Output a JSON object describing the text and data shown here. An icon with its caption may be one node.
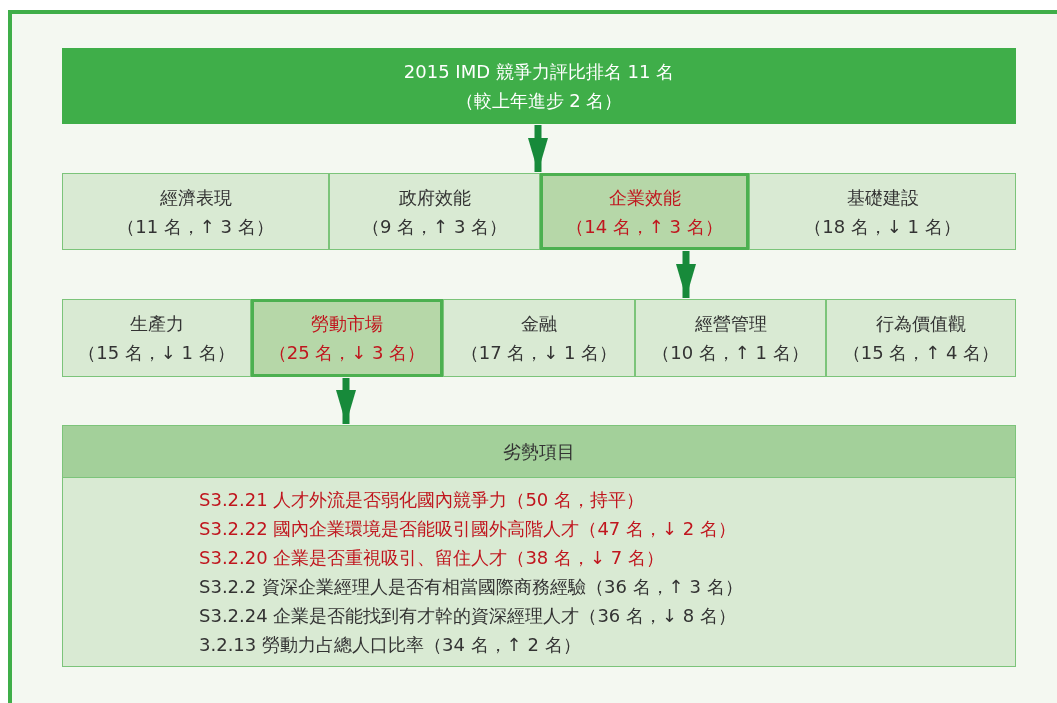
{
  "diagram": {
    "nodes": [
      {
        "text": [
          "2015 IMD 競爭力評比排名 11 名",
          "（較上年進步 2 名）"
        ]
      },
      {
        "text": [
          "經濟表現",
          "（11 名，↑ 3 名）"
        ]
      },
      {
        "text": [
          "政府效能",
          "（9 名，↑ 3 名）"
        ]
      },
      {
        "text": [
          "企業效能",
          "（14 名，↑ 3 名）"
        ]
      },
      {
        "text": [
          "基礎建設",
          "（18 名，↓ 1 名）"
        ]
      },
      {
        "text": [
          "生產力",
          "（15 名，↓ 1 名）"
        ]
      },
      {
        "text": [
          "勞動市場",
          "（25 名，↓ 3 名）"
        ]
      },
      {
        "text": [
          "金融",
          "（17 名，↓ 1 名）"
        ]
      },
      {
        "text": [
          "經營管理",
          "（10 名，↑ 1 名）"
        ]
      },
      {
        "text": [
          "行為價值觀",
          "（15 名，↑ 4 名）"
        ]
      },
      {
        "text": [
          "劣勢項目",
          "S3.2.21 人才外流是否弱化國內競爭力（50 名，持平）",
          "S3.2.22 國內企業環境是否能吸引國外高階人才（47 名，↓ 2 名）",
          "S3.2.20 企業是否重視吸引、留住人才（38 名，↓ 7 名）",
          "S3.2.2  資深企業經理人是否有相當國際商務經驗（36 名，↑ 3 名）",
          "S3.2.24 企業是否能找到有才幹的資深經理人才（36 名，↓ 8 名）",
          "3.2.13  勞動力占總人口比率（34 名，↑ 2 名）"
        ]
      }
    ],
    "edges": [
      {
        "from": 0,
        "to": 3,
        "arrow": "to"
      },
      {
        "from": 3,
        "to": 8,
        "arrow": "to"
      },
      {
        "from": 6,
        "to": 10,
        "arrow": "to"
      }
    ]
  }
}
